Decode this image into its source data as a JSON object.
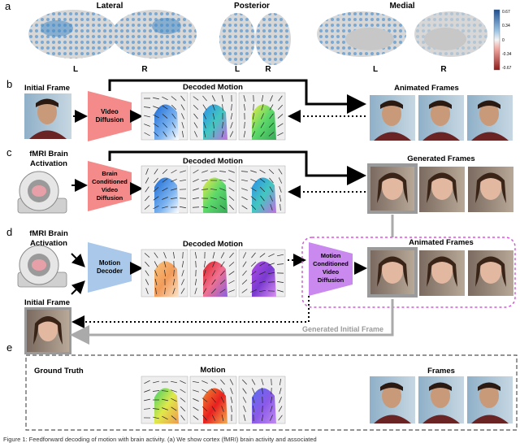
{
  "panel_a": {
    "letter": "a",
    "view_lateral": "Lateral",
    "view_posterior": "Posterior",
    "view_medial": "Medial",
    "hemi_labels": [
      "L",
      "R",
      "L",
      "R",
      "L",
      "R"
    ],
    "colorbar_ticks": [
      "0.67",
      "0.34",
      "0",
      "-0.34",
      "-0.67"
    ]
  },
  "panel_b": {
    "letter": "b",
    "input_label": "Initial Frame",
    "model_label": [
      "Video",
      "Diffusion"
    ],
    "motion_title": "Decoded Motion",
    "output_title": "Animated Frames"
  },
  "panel_c": {
    "letter": "c",
    "input_label": [
      "fMRI Brain",
      "Activation"
    ],
    "model_label": [
      "Brain",
      "Conditioned",
      "Video",
      "Diffusion"
    ],
    "motion_title": "Decoded Motion",
    "output_title": "Generated Frames"
  },
  "panel_d": {
    "letter": "d",
    "input_label": [
      "fMRI Brain",
      "Activation"
    ],
    "initial_label": "Initial Frame",
    "decoder_label": [
      "Motion",
      "Decoder"
    ],
    "motion_title": "Decoded Motion",
    "model_label": [
      "Motion",
      "Conditioned",
      "Video",
      "Diffusion"
    ],
    "output_title": "Animated Frames",
    "feedback_label": "Generated Initial Frame"
  },
  "panel_e": {
    "letter": "e",
    "gt_label": "Ground Truth",
    "motion_title": "Motion",
    "frames_title": "Frames"
  },
  "caption": "Figure 1: Feedforward decoding of motion with brain activity. (a) We show cortex (fMRI) brain activity and associated"
}
